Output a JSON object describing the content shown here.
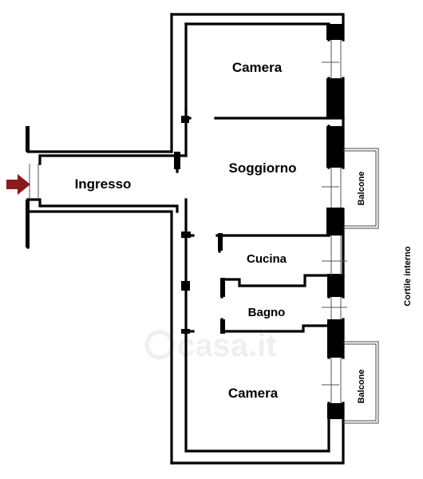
{
  "rooms": {
    "camera_top": "Camera",
    "soggiorno": "Soggiorno",
    "ingresso": "Ingresso",
    "cucina": "Cucina",
    "bagno": "Bagno",
    "camera_bottom": "Camera",
    "balcone_top": "Balcone",
    "balcone_bottom": "Balcone",
    "cortile": "Cortile interno"
  },
  "colors": {
    "walls": "#000000",
    "entrance_arrow": "#8b1a1a"
  },
  "icons": {
    "entrance": "arrow-right-icon"
  }
}
